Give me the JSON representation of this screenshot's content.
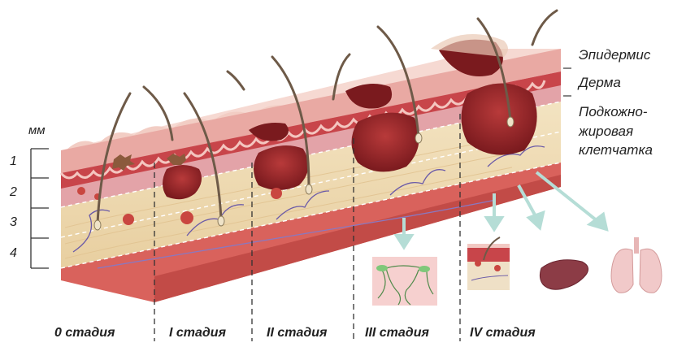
{
  "units": "мм",
  "depth_marks": [
    "1",
    "2",
    "3",
    "4"
  ],
  "layers": {
    "epidermis": "Эпидермис",
    "dermis": "Дерма",
    "subcutis_line1": "Подкожно-",
    "subcutis_line2": "жировая",
    "subcutis_line3": "клетчатка"
  },
  "stages": [
    "0 стадия",
    "I стадия",
    "II стадия",
    "III стадия",
    "IV стадия"
  ],
  "metastasis_targets": [
    "lymph-node",
    "skin",
    "liver",
    "lung"
  ],
  "colors": {
    "epidermis": "#f2c9c3",
    "dermis": "#c63a42",
    "subcutis": "#f0dcb2",
    "muscle": "#d9625c",
    "tumor": "#8a1e22",
    "arrow": "#b5ddd6"
  }
}
